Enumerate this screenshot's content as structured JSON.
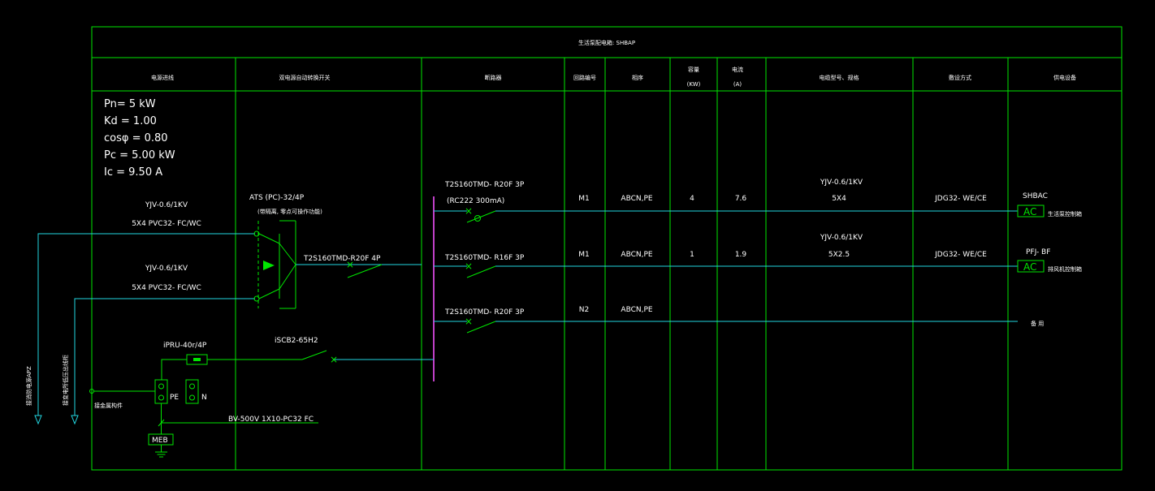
{
  "title": "生活泵配电箱: SHBAP",
  "headers": {
    "incoming": "电源进线",
    "ats": "双电源自动转换开关",
    "breaker": "断路器",
    "circuit_no": "回路编号",
    "phase": "相序",
    "capacity_l1": "容量",
    "capacity_l2": "(KW)",
    "current_l1": "电流",
    "current_l2": "(A)",
    "cable": "电缆型号、规格",
    "laying": "敷设方式",
    "equipment": "供电设备"
  },
  "params": {
    "pn": "Pn= 5  kW",
    "kd": "Kd = 1.00",
    "cos": "cosφ = 0.80",
    "pc": "Pc = 5.00  kW",
    "ic": "Ic  = 9.50  A"
  },
  "incoming": {
    "c1_model": "YJV-0.6/1KV",
    "c1_spec": "5X4  PVC32- FC/WC",
    "c2_model": "YJV-0.6/1KV",
    "c2_spec": "5X4  PVC32- FC/WC",
    "v1": "接消防电源APZ",
    "v2": "接变电所低压出线柜"
  },
  "ats": {
    "model": "ATS (PC)-32/4P",
    "note": "(带隔离, 零点可操作功能)",
    "main_breaker": "T2S160TMD-R20F 4P"
  },
  "spd": {
    "label": "iPRU-40r/4P",
    "breaker": "iSCB2-65H2",
    "pe": "PE",
    "n": "N",
    "bond": "接金属构件",
    "wire": "BV-500V 1X10-PC32  FC",
    "meb": "MEB"
  },
  "circuits": [
    {
      "breaker": "T2S160TMD- R20F 3P",
      "rcd": "(RC222  300mA)",
      "no": "M1",
      "phase": "ABCN,PE",
      "kw": "4",
      "amp": "7.6",
      "cable1": "YJV-0.6/1KV",
      "cable2": "5X4",
      "laying": "JDG32- WE/CE",
      "load_name": "SHBAC",
      "box": "AC",
      "load_desc": "生活泵控制箱"
    },
    {
      "breaker": "T2S160TMD- R16F 3P",
      "rcd": "",
      "no": "M1",
      "phase": "ABCN,PE",
      "kw": "1",
      "amp": "1.9",
      "cable1": "YJV-0.6/1KV",
      "cable2": "5X2.5",
      "laying": "JDG32- WE/CE",
      "load_name": "PFJ- BF",
      "box": "AC",
      "load_desc": "排风机控制箱"
    },
    {
      "breaker": "T2S160TMD- R20F 3P",
      "rcd": "",
      "no": "N2",
      "phase": "ABCN,PE",
      "kw": "",
      "amp": "",
      "cable1": "",
      "cable2": "",
      "laying": "",
      "load_name": "",
      "box": "",
      "load_desc": "备  用"
    }
  ],
  "colors": {
    "background": "#000000",
    "frame": "#00e600",
    "wire": "#22d6e0",
    "busbar": "#c040c8",
    "text": "#ffffff"
  }
}
